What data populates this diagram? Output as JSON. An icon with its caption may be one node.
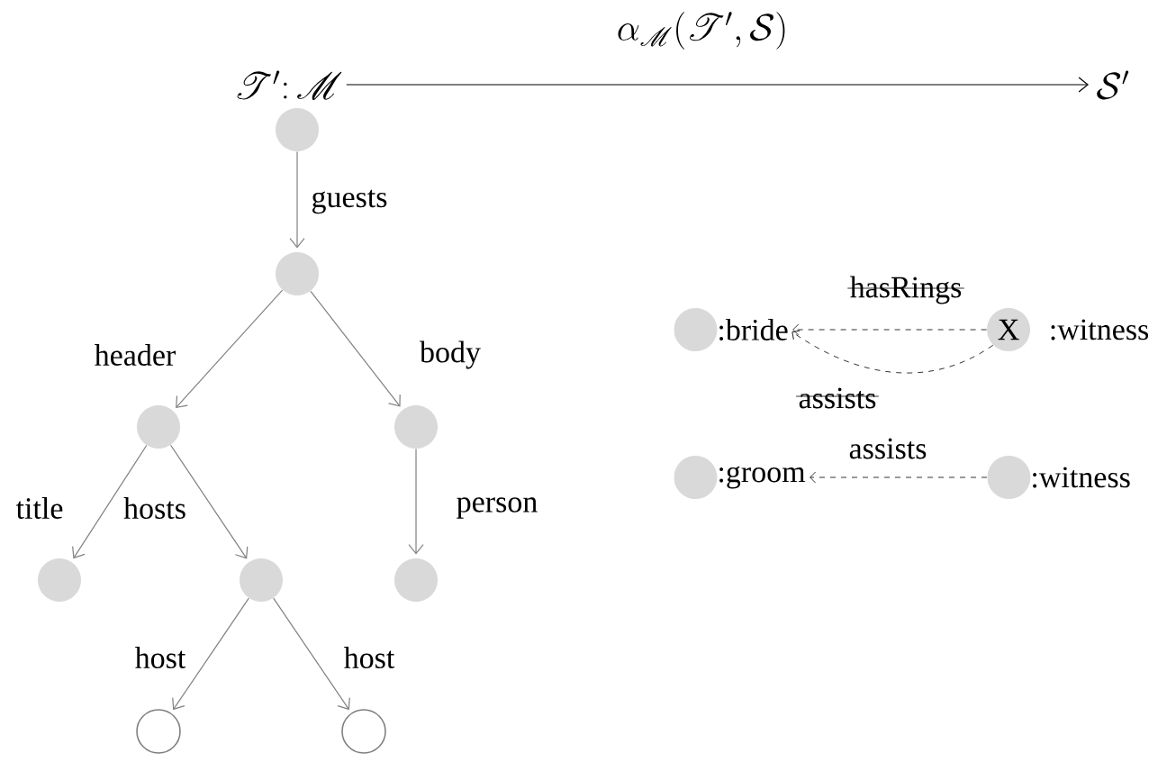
{
  "diagram": {
    "nodes": [
      {
        "text": [
          "\\mathscr{T}'\\colon\\mathscr{M}"
        ]
      },
      {
        "text": [
          "\\mathcal{S}'"
        ]
      },
      {
        "text": [],
        "shape": "disc"
      },
      {
        "text": [],
        "shape": "disc"
      },
      {
        "text": [],
        "shape": "disc"
      },
      {
        "text": [],
        "shape": "disc"
      },
      {
        "text": [],
        "shape": "disc"
      },
      {
        "text": [],
        "shape": "disc"
      },
      {
        "text": [],
        "shape": "disc"
      },
      {
        "text": [],
        "shape": "circle"
      },
      {
        "text": [],
        "shape": "circle"
      },
      {
        "text": [],
        "shape": "disc",
        "beside": [
          ":bride"
        ]
      },
      {
        "text": [
          "X"
        ],
        "beside": [
          ":witness"
        ]
      },
      {
        "text": [],
        "shape": "disc",
        "beside": [
          ":groom"
        ]
      },
      {
        "text": [],
        "shape": "disc",
        "beside": [
          ":witness"
        ]
      }
    ],
    "edges": [
      {
        "from": 0,
        "to": 1,
        "arrow": "to",
        "label": "\\alpha_{\\mathscr{M}}(\\mathscr{T}',\\mathcal{S})",
        "color": "#000000"
      },
      {
        "from": 2,
        "to": 3,
        "arrow": "to",
        "label": "guests"
      },
      {
        "from": 3,
        "to": 4,
        "arrow": "to",
        "label": "header"
      },
      {
        "from": 3,
        "to": 5,
        "arrow": "to",
        "label": "body"
      },
      {
        "from": 4,
        "to": 6,
        "arrow": "to",
        "label": "title"
      },
      {
        "from": 4,
        "to": 7,
        "arrow": "to",
        "label": "hosts"
      },
      {
        "from": 5,
        "to": 8,
        "arrow": "to",
        "label": "person"
      },
      {
        "from": 7,
        "to": 9,
        "arrow": "to",
        "label": "host"
      },
      {
        "from": 7,
        "to": 10,
        "arrow": "to",
        "label": "host"
      },
      {
        "from": 12,
        "to": 11,
        "arrow": "to",
        "label": "hasRings",
        "style": "dashed",
        "color": "#000000"
      },
      {
        "from": 12,
        "to": 11,
        "arrow": "to",
        "label": "assists",
        "style": "dashed",
        "color": "#000000"
      },
      {
        "from": 14,
        "to": 13,
        "arrow": "to",
        "label": "assists",
        "style": "dashed",
        "color": "#000000"
      }
    ]
  }
}
